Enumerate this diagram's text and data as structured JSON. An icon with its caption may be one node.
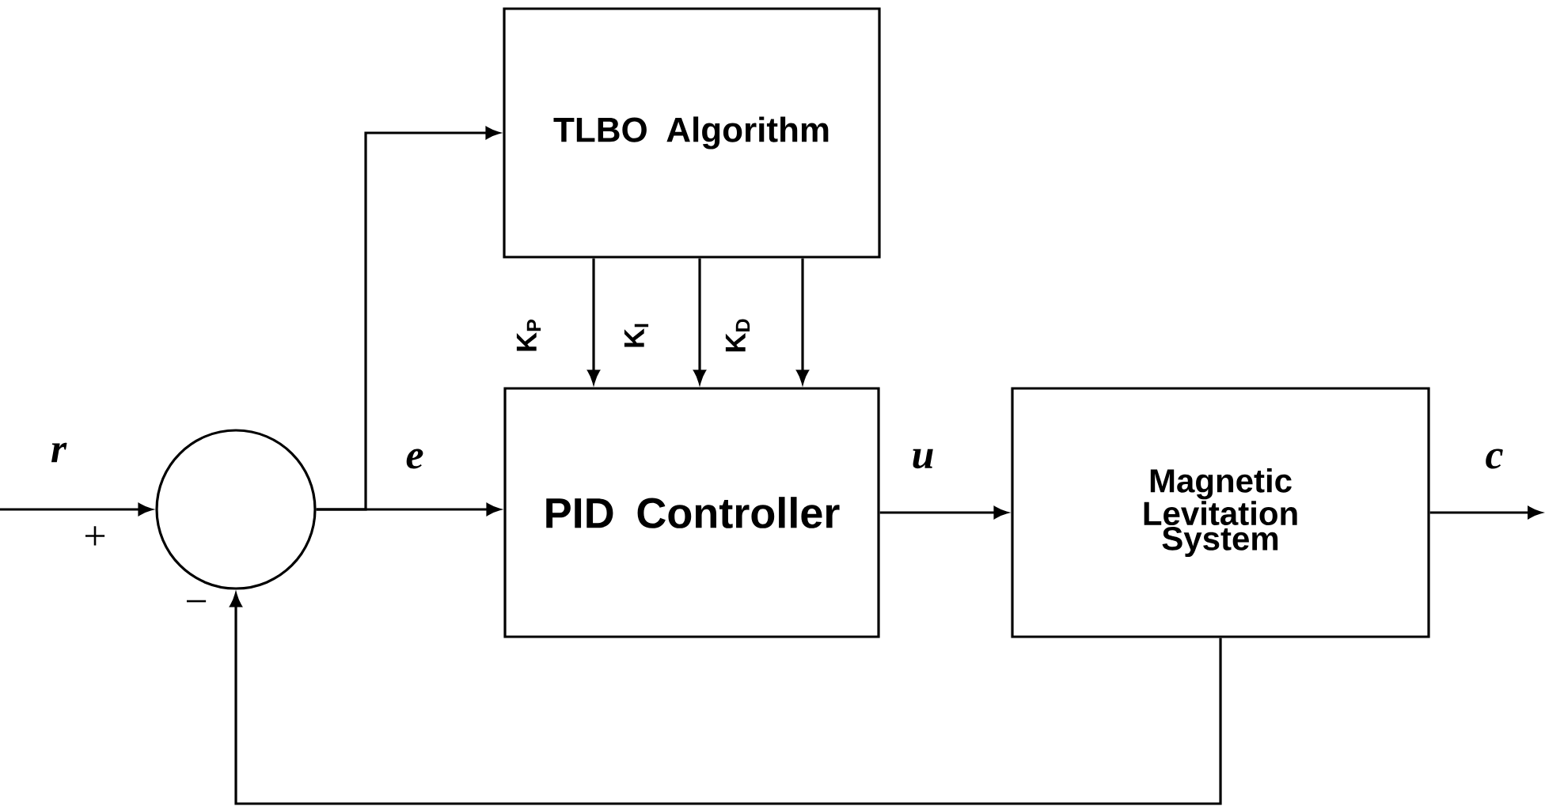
{
  "diagram": {
    "nodes": [
      {
        "text": [
          "TLBO Algorithm"
        ]
      },
      {
        "text": [],
        "shape": "circle"
      },
      {
        "text": [
          "PID Controller"
        ]
      },
      {
        "text": [
          "Magnetic Levitation System"
        ]
      }
    ],
    "edges": [
      {
        "from": null,
        "to": 1,
        "arrow": "to",
        "label": "r"
      },
      {
        "from": 1,
        "to": 0,
        "arrow": "to"
      },
      {
        "from": 1,
        "to": 2,
        "arrow": "to",
        "label": "e"
      },
      {
        "from": 0,
        "to": 2,
        "arrow": "to",
        "label": "K$_{P}$"
      },
      {
        "from": 0,
        "to": 2,
        "arrow": "to",
        "label": "K$_{I}$"
      },
      {
        "from": 0,
        "to": 2,
        "arrow": "to",
        "label": "K$_{D}$"
      },
      {
        "from": 2,
        "to": 3,
        "arrow": "to",
        "label": "u"
      },
      {
        "from": 3,
        "to": null,
        "arrow": "to",
        "label": "c"
      },
      {
        "from": 3,
        "to": 1,
        "arrow": "to"
      }
    ],
    "labels": [
      "+",
      "−"
    ]
  }
}
